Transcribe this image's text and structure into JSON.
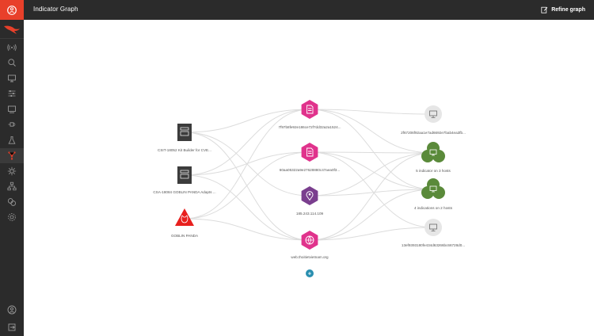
{
  "header": {
    "title": "Indicator Graph",
    "refine_label": "Refine graph"
  },
  "colors": {
    "chrome": "#2b2b2b",
    "brand": "#e8402a",
    "indicator_pink": "#e0338c",
    "ip_purple": "#7a3e8e",
    "host_green": "#5a8a3a",
    "host_gray": "#e6e6e6",
    "adversary_red": "#e8201e",
    "report_dark": "#3c3c3c",
    "expand_blue": "#2a8fb0",
    "edge": "#dcdcdc"
  },
  "sidebar": {
    "items": [
      {
        "name": "broadcast-icon"
      },
      {
        "name": "search-icon"
      },
      {
        "name": "monitor-icon"
      },
      {
        "name": "sliders-icon"
      },
      {
        "name": "screen-icon"
      },
      {
        "name": "plug-icon"
      },
      {
        "name": "flask-icon"
      },
      {
        "name": "graph-icon",
        "active": true
      },
      {
        "name": "target-icon"
      },
      {
        "name": "hierarchy-icon"
      },
      {
        "name": "circles-icon"
      },
      {
        "name": "settings-icon"
      }
    ],
    "bottom": [
      {
        "name": "user-icon"
      },
      {
        "name": "logout-icon"
      }
    ]
  },
  "graph": {
    "left_nodes": [
      {
        "type": "report",
        "label": "CSIT-18052 Kit Builder for CVE..."
      },
      {
        "type": "report",
        "label": "CSA-18084 GOBLIN PANDA Adapts ..."
      },
      {
        "type": "adversary",
        "label": "GOBLIN PANDA"
      }
    ],
    "middle_nodes": [
      {
        "type": "hash",
        "label": "7f97b8fe92e186ce72f7dd32a2a1524..."
      },
      {
        "type": "hash",
        "label": "60aa05322a9e27628880c47aea0f3..."
      },
      {
        "type": "ip",
        "label": "185.243.114.109"
      },
      {
        "type": "domain",
        "label": "web.thoitietvietnam.org"
      }
    ],
    "right_nodes": [
      {
        "type": "host",
        "label": "2f67206f92aa1e7ad6692e7bab4ea3fb..."
      },
      {
        "type": "host-group",
        "label": "5 indicator on 3 hosts"
      },
      {
        "type": "host-group",
        "label": "4 indications on 2 hosts"
      },
      {
        "type": "host",
        "label": "13ef9393180fe434d63266bc66728d0..."
      }
    ],
    "expand_label": "+"
  }
}
